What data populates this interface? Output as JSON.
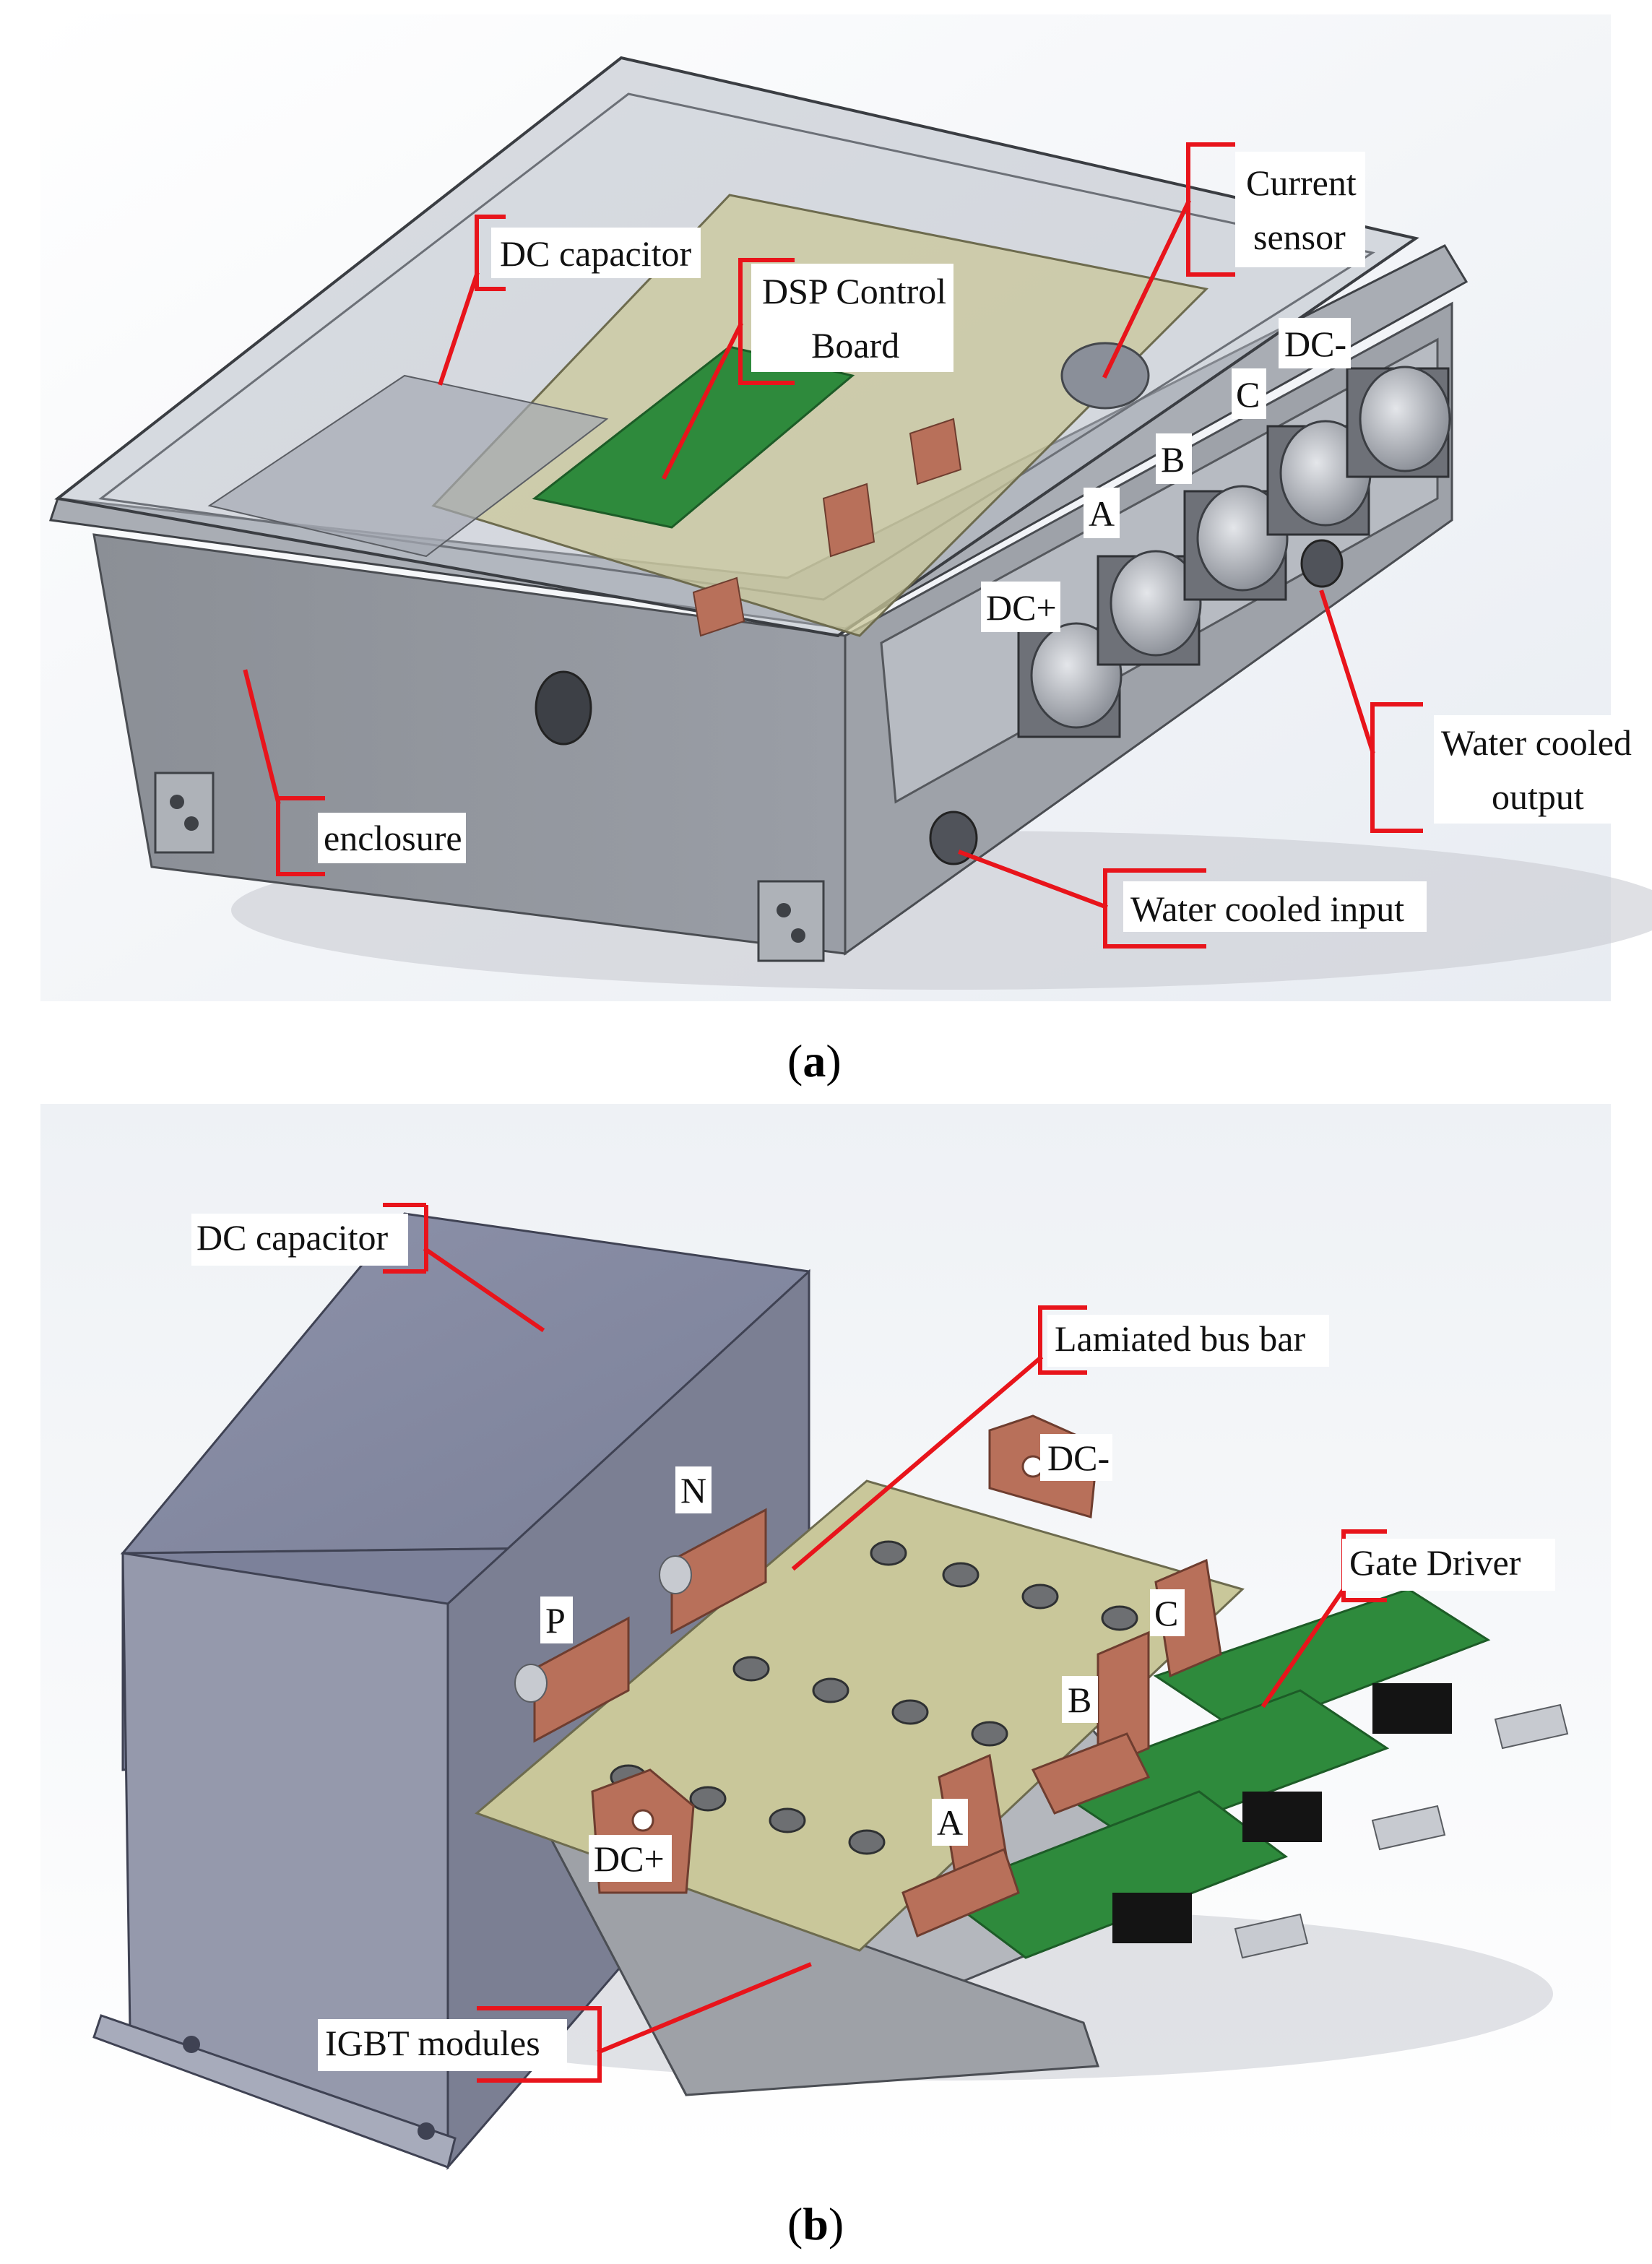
{
  "panel_a": {
    "caption_open": "(",
    "caption_letter": "a",
    "caption_close": ")",
    "labels": {
      "dc_capacitor": "DC capacitor",
      "dsp_line1": "DSP Control",
      "dsp_line2": "Board",
      "current_line1": "Current",
      "current_line2": "sensor",
      "dc_minus": "DC-",
      "phase_c": "C",
      "phase_b": "B",
      "phase_a": "A",
      "dc_plus": "DC+",
      "water_out_line1": "Water cooled",
      "water_out_line2": "output",
      "enclosure": "enclosure",
      "water_in": "Water cooled input"
    }
  },
  "panel_b": {
    "caption_open": "(",
    "caption_letter": "b",
    "caption_close": ")",
    "labels": {
      "dc_capacitor": "DC capacitor",
      "bus_bar": "Lamiated bus bar",
      "dc_minus": "DC-",
      "n": "N",
      "p": "P",
      "gate_driver": "Gate Driver",
      "phase_c": "C",
      "phase_b": "B",
      "phase_a": "A",
      "dc_plus": "DC+",
      "igbt": "IGBT modules"
    }
  },
  "colors": {
    "leader": "#e8141b",
    "enclosure": "#8d9199",
    "capacitor": "#8e93ab",
    "busbar": "#c9c79a",
    "pcb": "#2e8a3c",
    "copper": "#b8705a"
  }
}
